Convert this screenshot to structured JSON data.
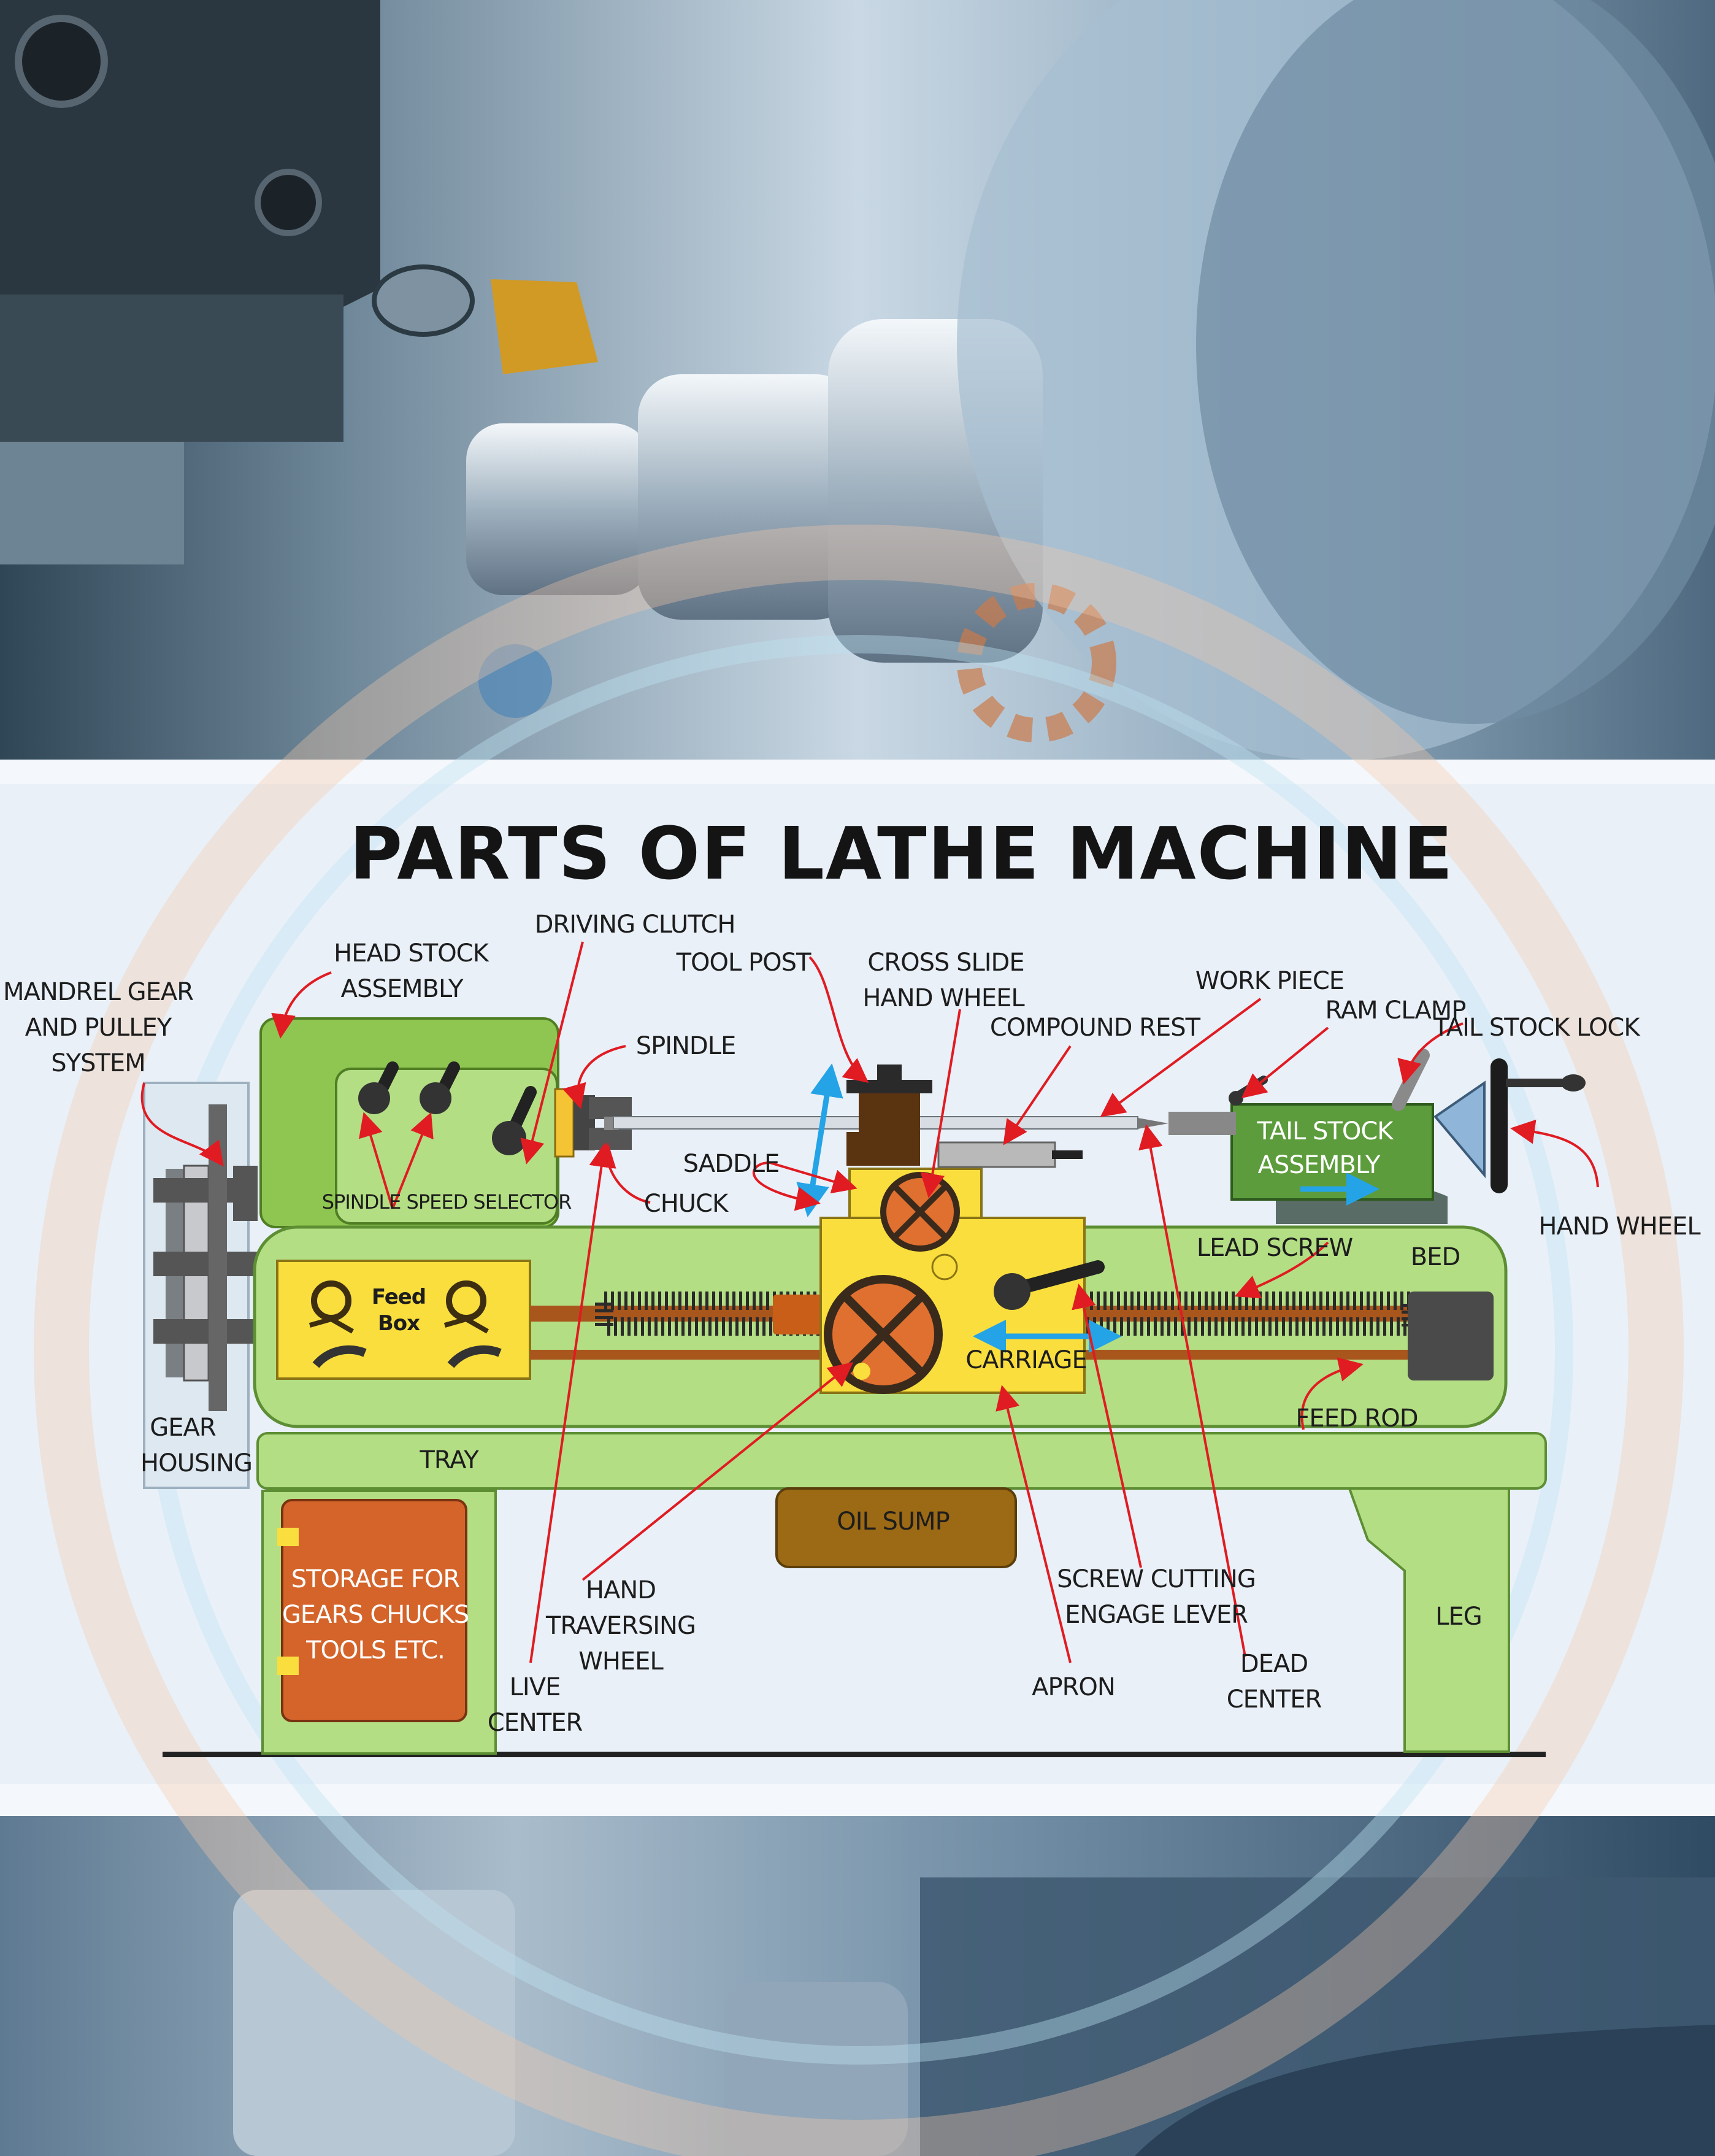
{
  "title": "PARTS OF LATHE MACHINE",
  "labels": {
    "mandrel_gear": [
      "MANDREL GEAR",
      "AND PULLEY",
      "SYSTEM"
    ],
    "head_stock": [
      "HEAD STOCK",
      "ASSEMBLY"
    ],
    "driving_clutch": "DRIVING CLUTCH",
    "tool_post": "TOOL POST",
    "cross_slide": [
      "CROSS SLIDE",
      "HAND WHEEL"
    ],
    "compound_rest": "COMPOUND REST",
    "work_piece": "WORK PIECE",
    "ram_clamp": "RAM CLAMP",
    "tail_stock_lock": "TAIL STOCK LOCK",
    "spindle": "SPINDLE",
    "saddle": "SADDLE",
    "chuck": "CHUCK",
    "spindle_speed_selector": "SPINDLE SPEED SELECTOR",
    "tail_stock_assembly": [
      "TAIL STOCK",
      "ASSEMBLY"
    ],
    "hand_wheel": "HAND WHEEL",
    "lead_screw": "LEAD SCREW",
    "bed": "BED",
    "feed_box": [
      "Feed",
      "Box"
    ],
    "carriage": "CARRIAGE",
    "feed_rod": "FEED ROD",
    "gear_housing": [
      "GEAR",
      "HOUSING"
    ],
    "tray": "TRAY",
    "oil_sump": "OIL SUMP",
    "storage": [
      "STORAGE FOR",
      "GEARS CHUCKS",
      "TOOLS ETC."
    ],
    "hand_traversing_wheel": [
      "HAND",
      "TRAVERSING",
      "WHEEL"
    ],
    "live_center": [
      "LIVE",
      "CENTER"
    ],
    "screw_cutting": [
      "SCREW CUTTING",
      "ENGAGE LEVER"
    ],
    "apron": "APRON",
    "dead_center": [
      "DEAD",
      "CENTER"
    ],
    "leg": "LEG"
  },
  "colors": {
    "headstock_green": "#8fc651",
    "bed_green": "#b3de84",
    "carriage_yellow": "#f9de3d",
    "pointer_red": "#e11b22",
    "arrow_blue": "#24a3e6",
    "storage_orange": "#d4642a",
    "oil_sump_brown": "#9c6914",
    "tailstock_green": "#5c9c3c",
    "panel_bg": "#e9f0f8"
  }
}
